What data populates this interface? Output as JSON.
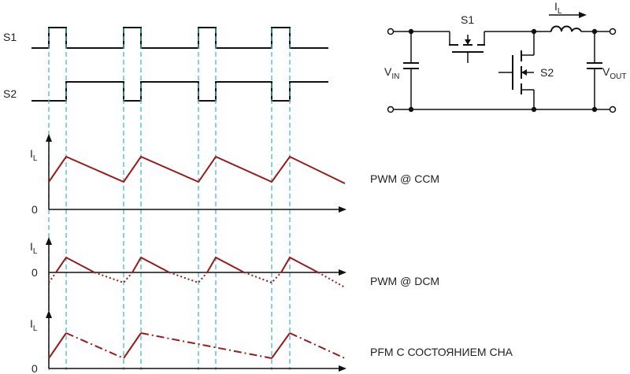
{
  "signals": {
    "s1": "S1",
    "s2": "S2"
  },
  "plots": {
    "ccm": {
      "y_label": "I",
      "y_sub": "L",
      "zero": "0",
      "mode": "PWM @ CCM"
    },
    "dcm": {
      "y_label": "I",
      "y_sub": "L",
      "zero": "0",
      "mode": "PWM @ DCM"
    },
    "pfm": {
      "y_label": "I",
      "y_sub": "L",
      "zero": "0",
      "mode": "PFM С СОСТОЯНИЕМ СНА"
    }
  },
  "circuit": {
    "s1": "S1",
    "s2": "S2",
    "il_main": "I",
    "il_sub": "L",
    "vin_main": "V",
    "vin_sub": "IN",
    "vout_main": "V",
    "vout_sub": "OUT"
  },
  "colors": {
    "waveform": "#991b1b",
    "guide": "#3fbfbf",
    "line": "#111111"
  }
}
